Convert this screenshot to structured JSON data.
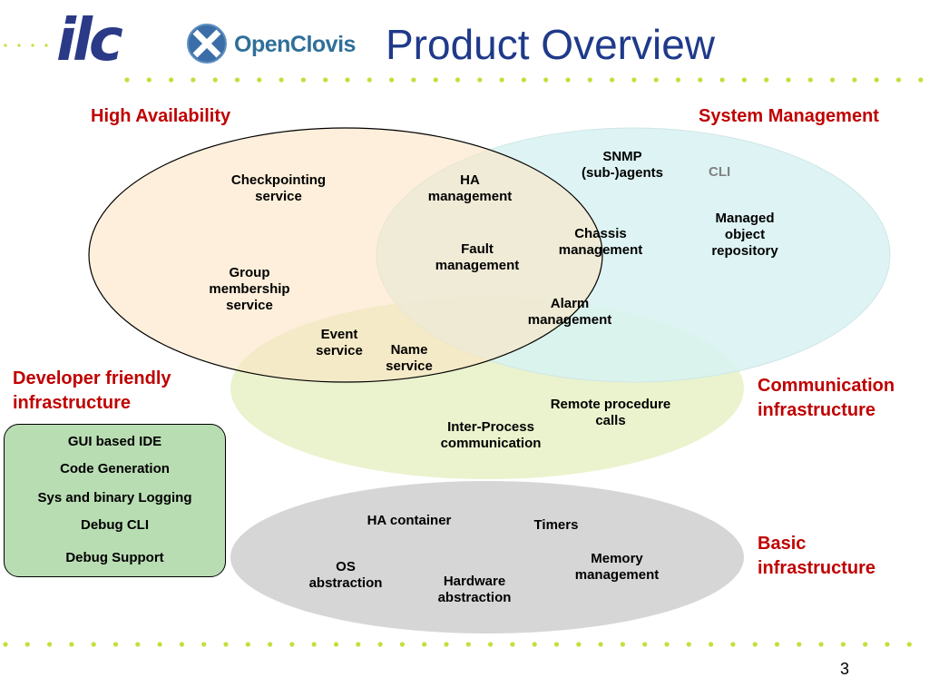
{
  "slide": {
    "title": "Product Overview",
    "page_number": "3",
    "logos": {
      "ilc": "ilc",
      "openclovis": "OpenClovis"
    }
  },
  "colors": {
    "title": "#1F3A8A",
    "section_labels": "#C00000",
    "high_availability": "#FCE5C3",
    "system_management": "#D8F2F2",
    "communication": "#E8F2C8",
    "basic": "#D6D6D6",
    "developer_box": "#B9DDB3",
    "dots": "#C8DC3C"
  },
  "sections": {
    "high_availability": "High Availability",
    "system_management": "System Management",
    "developer_l1": "Developer friendly",
    "developer_l2": "infrastructure",
    "communication_l1": "Communication",
    "communication_l2": "infrastructure",
    "basic_l1": "Basic",
    "basic_l2": "infrastructure"
  },
  "labels": {
    "checkpointing": [
      "Checkpointing",
      "service"
    ],
    "ha_management": [
      "HA",
      "management"
    ],
    "snmp": [
      "SNMP",
      "(sub-)agents"
    ],
    "cli": "CLI",
    "managed_object": [
      "Managed",
      "object",
      "repository"
    ],
    "chassis": [
      "Chassis",
      "management"
    ],
    "fault": [
      "Fault",
      "management"
    ],
    "group_membership": [
      "Group",
      "membership",
      "service"
    ],
    "alarm": [
      "Alarm",
      "management"
    ],
    "event": [
      "Event",
      "service"
    ],
    "name": [
      "Name",
      "service"
    ],
    "rpc": [
      "Remote procedure",
      "calls"
    ],
    "ipc": [
      "Inter-Process",
      "communication"
    ],
    "ha_container": "HA container",
    "timers": "Timers",
    "memory": [
      "Memory",
      "management"
    ],
    "os": [
      "OS",
      "abstraction"
    ],
    "hardware": [
      "Hardware",
      "abstraction"
    ]
  },
  "developer_box": {
    "items": [
      "GUI based IDE",
      "Code Generation",
      "Sys and binary Logging",
      "Debug CLI",
      "Debug Support"
    ]
  }
}
